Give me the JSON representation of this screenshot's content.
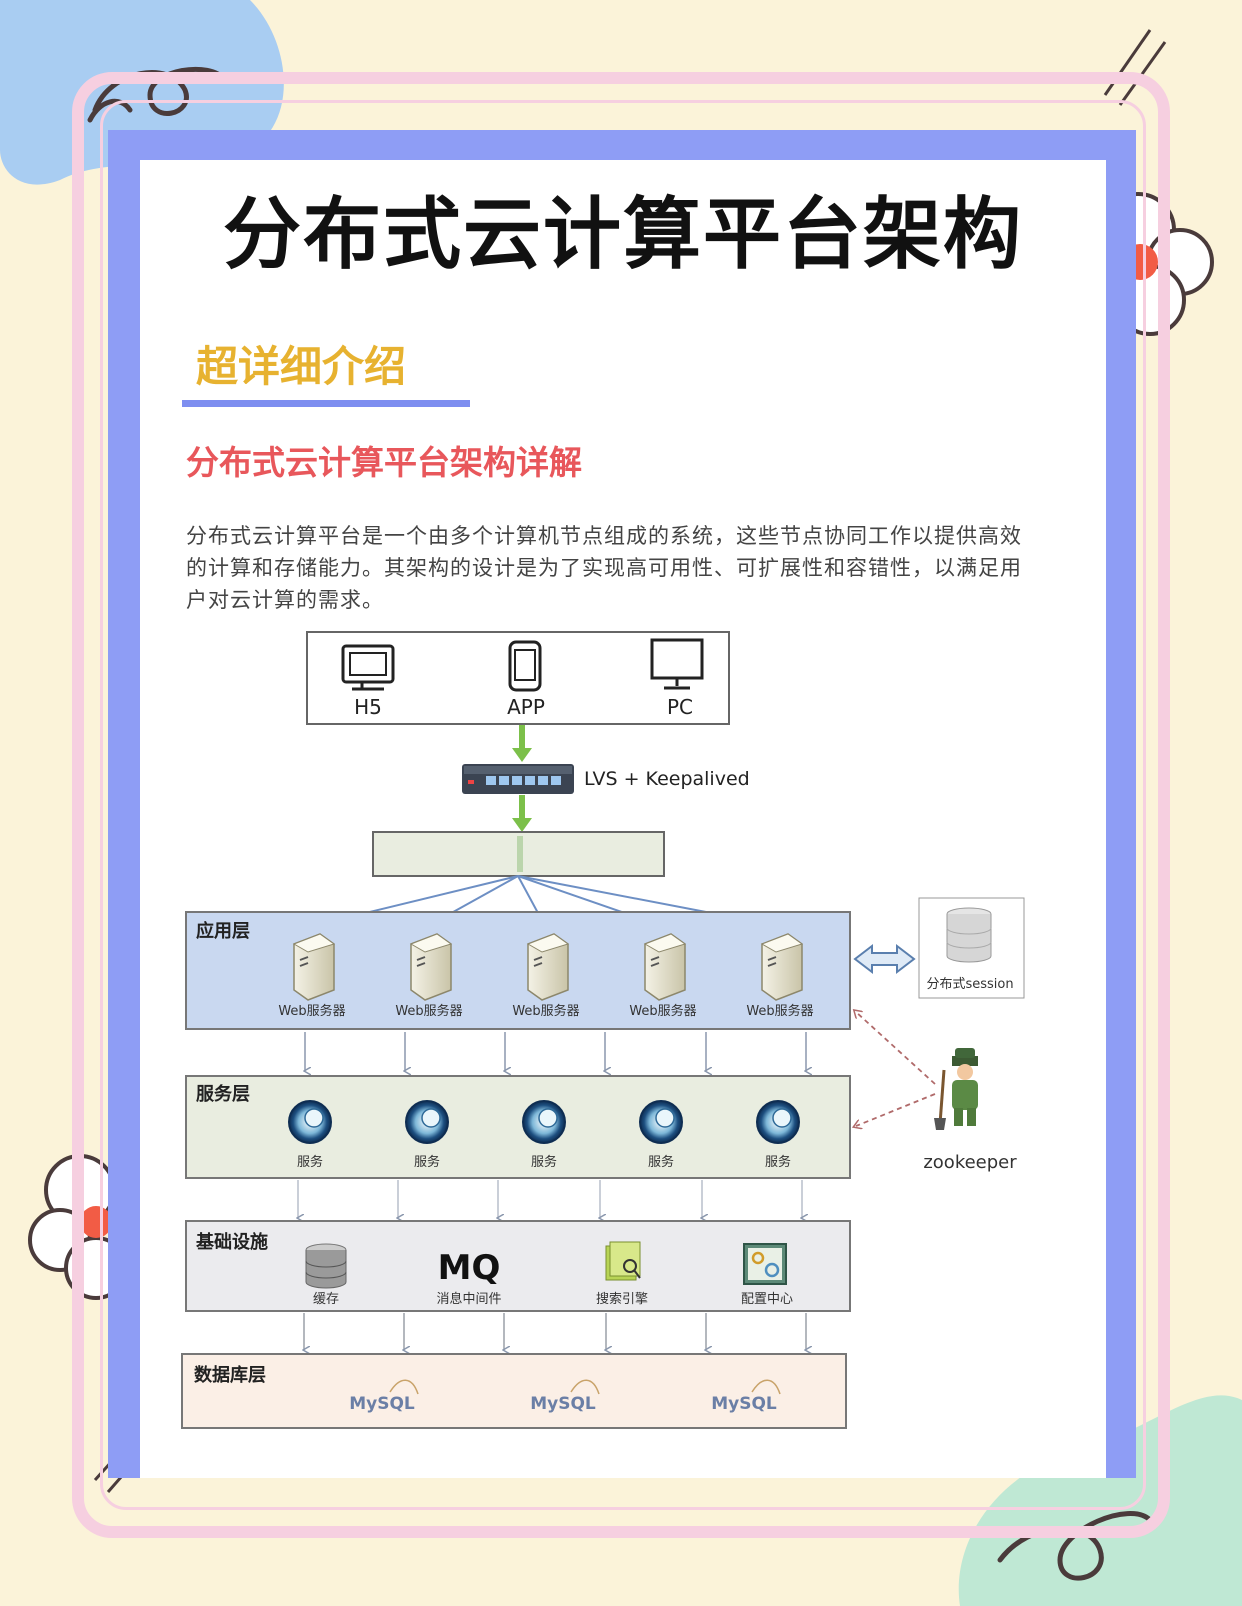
{
  "title": "分布式云计算平台架构",
  "subtitle": "超详细介绍",
  "section_title": "分布式云计算平台架构详解",
  "description": "分布式云计算平台是一个由多个计算机节点组成的系统，这些节点协同工作以提供高效的计算和存储能力。其架构的设计是为了实现高可用性、可扩展性和容错性，以满足用户对云计算的需求。",
  "diagram": {
    "clients": [
      "H5",
      "APP",
      "PC"
    ],
    "load_balancer": "LVS + Keepalived",
    "layers": {
      "app": {
        "name": "应用层",
        "node": "Web服务器"
      },
      "service": {
        "name": "服务层",
        "node": "服务"
      },
      "infra": {
        "name": "基础设施",
        "items": [
          "缓存",
          "MQ",
          "消息中间件",
          "搜索引擎",
          "配置中心"
        ]
      },
      "db": {
        "name": "数据库层",
        "node": "MySQL"
      }
    },
    "session": "分布式session",
    "zookeeper": "zookeeper"
  },
  "colors": {
    "frame_blue": "#8e9df5",
    "title_yellow": "#e7b230",
    "section_red": "#e8575b",
    "app_layer_bg": "#c9d8f0",
    "arrow_green": "#7cc04a"
  }
}
